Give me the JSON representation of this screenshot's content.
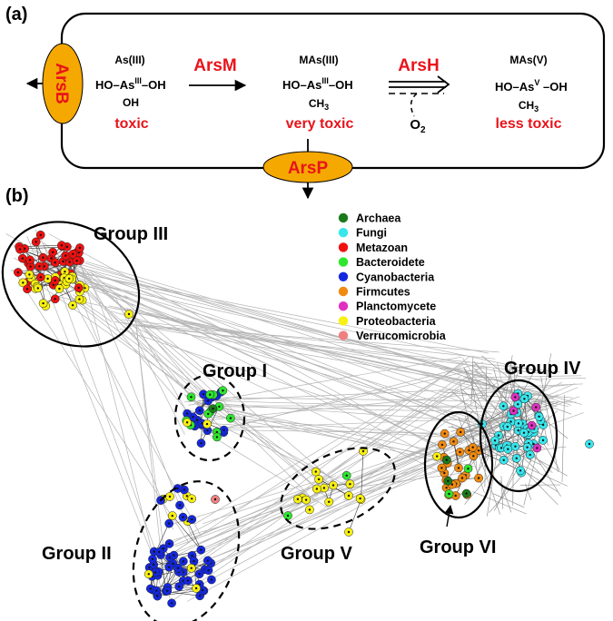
{
  "panel_a": {
    "label": "(a)",
    "species": [
      {
        "name": "As(III)",
        "formula_main": "HO–As",
        "ox": "III",
        "formula_tail": "–OH",
        "sub": "OH",
        "toxicity": "toxic"
      },
      {
        "name": "MAs(III)",
        "formula_main": "HO–As",
        "ox": "III",
        "formula_tail": "–OH",
        "sub": "CH",
        "sub_index": "3",
        "toxicity": "very toxic"
      },
      {
        "name": "MAs(V)",
        "formula_main": "HO–As",
        "ox": "V",
        "formula_tail": " –OH",
        "sub": "CH",
        "sub_index": "3",
        "toxicity": "less toxic"
      }
    ],
    "enzymes": {
      "arsM": "ArsM",
      "arsH": "ArsH",
      "arsB": "ArsB",
      "arsP": "ArsP"
    },
    "oxygen": "O",
    "oxygen_index": "2",
    "colors": {
      "enzyme_red": "#e8141b",
      "transporter_fill": "#f5a800"
    }
  },
  "panel_b": {
    "label": "(b)",
    "groups": [
      "Group III",
      "Group I",
      "Group II",
      "Group V",
      "Group IV",
      "Group VI"
    ],
    "legend": [
      {
        "name": "Archaea",
        "color": "#1a7a1a"
      },
      {
        "name": "Fungi",
        "color": "#38e6ec"
      },
      {
        "name": "Metazoan",
        "color": "#f01010"
      },
      {
        "name": "Bacteroidete",
        "color": "#2ee62e"
      },
      {
        "name": "Cyanobacteria",
        "color": "#1428e0"
      },
      {
        "name": "Firmcutes",
        "color": "#f08a10"
      },
      {
        "name": "Planctomycete",
        "color": "#e030c0"
      },
      {
        "name": "Proteobacteria",
        "color": "#f8f010"
      },
      {
        "name": "Verrucomicrobia",
        "color": "#f08080"
      }
    ]
  }
}
